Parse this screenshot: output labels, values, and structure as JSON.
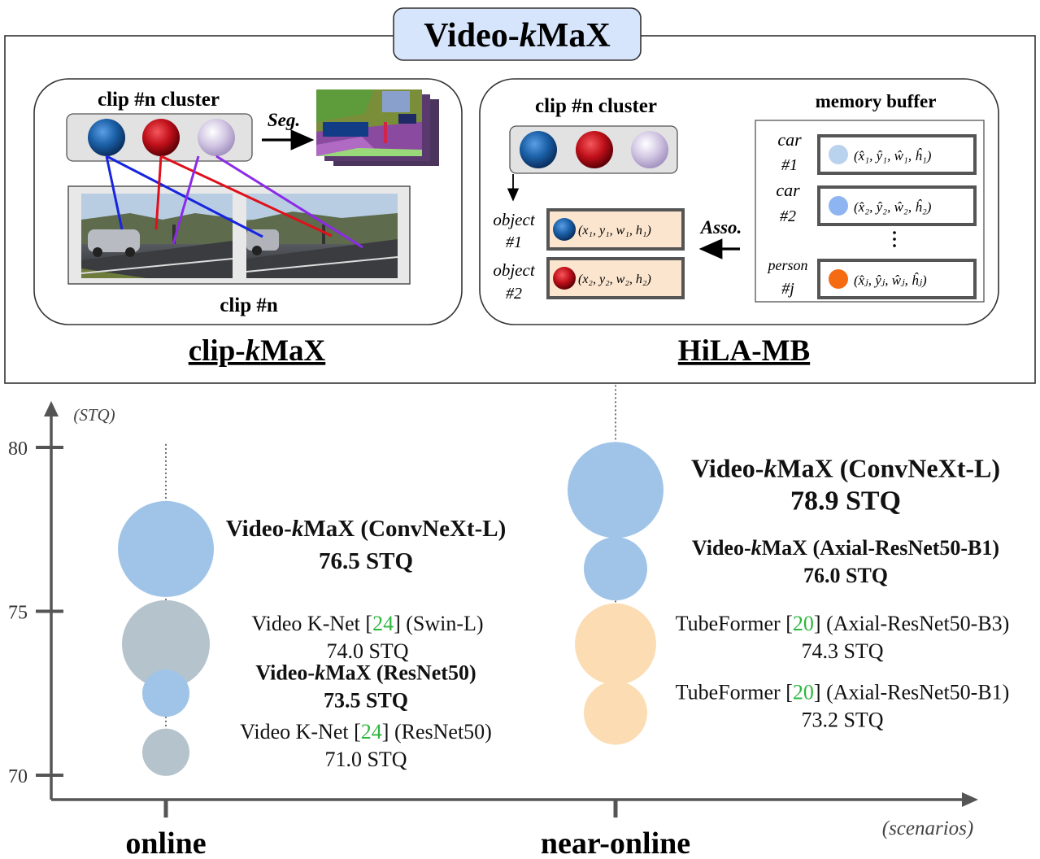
{
  "header": {
    "title": "Video-kMaX"
  },
  "clip_kmax": {
    "cluster_label": "clip #n cluster",
    "seg_label": "Seg.",
    "frames_label": "clip #n",
    "section_title": "clip-kMaX"
  },
  "hila_mb": {
    "cluster_label": "clip #n cluster",
    "memory_title": "memory buffer",
    "asso_label": "Asso.",
    "section_title": "HiLA-MB",
    "objects": [
      {
        "label": "object",
        "index": "#1",
        "coords": "(x₁, y₁, w₁, h₁)",
        "color": "#1a5fa6"
      },
      {
        "label": "object",
        "index": "#2",
        "coords": "(x₂, y₂, w₂, h₂)",
        "color": "#c0101a"
      }
    ],
    "memory": [
      {
        "label": "car",
        "index": "#1",
        "coords": "(x̂₁, ŷ₁, ŵ₁, ĥ₁)",
        "color": "#b9d2ee"
      },
      {
        "label": "car",
        "index": "#2",
        "coords": "(x̂₂, ŷ₂, ŵ₂, ĥ₂)",
        "color": "#8fb4f2"
      },
      {
        "label": "person",
        "index": "#j",
        "coords": "(x̂ⱼ, ŷⱼ, ŵⱼ, ĥⱼ)",
        "color": "#f46b12"
      }
    ]
  },
  "chart_data": {
    "type": "scatter",
    "ylabel": "(STQ)",
    "xlabel": "(scenarios)",
    "categories": [
      "online",
      "near-online"
    ],
    "yticks": [
      70,
      75,
      80
    ],
    "ylim": [
      69.2,
      80.6
    ],
    "colors": {
      "video_kmax": "#a0c4e8",
      "video_knet": "#b4c3cc",
      "tubeformer": "#fcdcb3",
      "link": "#2db83d"
    },
    "points": [
      {
        "scenario": "online",
        "y": 76.9,
        "size": 118,
        "color": "#a0c4e8",
        "label_lines": [
          "Video-kMaX (ConvNeXt-L)",
          "76.5 STQ"
        ],
        "bold": true
      },
      {
        "scenario": "online",
        "y": 74.0,
        "size": 108,
        "color": "#b4c3cc",
        "label_lines": [
          "Video K-Net [24] (Swin-L)",
          "74.0 STQ"
        ],
        "bold": false
      },
      {
        "scenario": "online",
        "y": 72.5,
        "size": 58,
        "color": "#a0c4e8",
        "label_lines": [
          "Video-kMaX (ResNet50)",
          "73.5 STQ"
        ],
        "bold": true
      },
      {
        "scenario": "online",
        "y": 70.7,
        "size": 58,
        "color": "#b4c3cc",
        "label_lines": [
          "Video K-Net [24] (ResNet50)",
          "71.0 STQ"
        ],
        "bold": false
      },
      {
        "scenario": "near-online",
        "y": 78.7,
        "size": 118,
        "color": "#a0c4e8",
        "label_lines": [
          "Video-kMaX (ConvNeXt-L)",
          "78.9 STQ"
        ],
        "bold": true
      },
      {
        "scenario": "near-online",
        "y": 76.3,
        "size": 78,
        "color": "#a0c4e8",
        "label_lines": [
          "Video-kMaX (Axial-ResNet50-B1)",
          "76.0 STQ"
        ],
        "bold": true
      },
      {
        "scenario": "near-online",
        "y": 74.0,
        "size": 100,
        "color": "#fcdcb3",
        "label_lines": [
          "TubeFormer [20] (Axial-ResNet50-B3)",
          "74.3 STQ"
        ],
        "bold": false
      },
      {
        "scenario": "near-online",
        "y": 71.9,
        "size": 78,
        "color": "#fcdcb3",
        "label_lines": [
          "TubeFormer [20] (Axial-ResNet50-B1)",
          "73.2 STQ"
        ],
        "bold": false
      }
    ]
  }
}
